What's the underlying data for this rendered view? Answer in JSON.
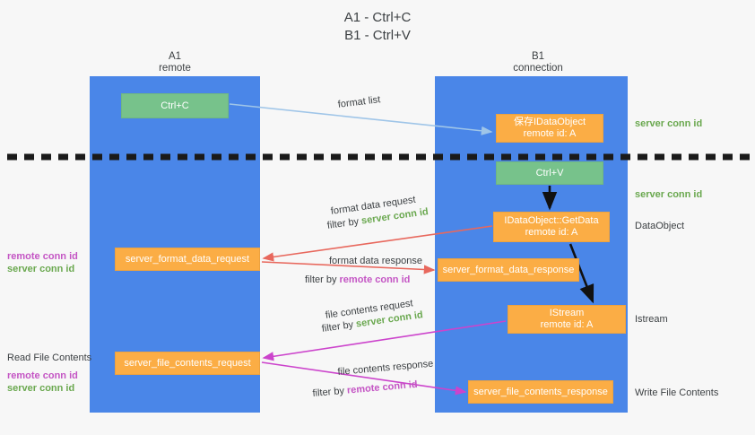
{
  "title": {
    "line1": "A1 - Ctrl+C",
    "line2": "B1 - Ctrl+V"
  },
  "lanes": {
    "a": {
      "name": "A1",
      "role": "remote"
    },
    "b": {
      "name": "B1",
      "role": "connection"
    }
  },
  "boxes": {
    "ctrl_c": {
      "line1": "Ctrl+C",
      "line2": ""
    },
    "idataobject": {
      "line1": "保存IDataObject",
      "line2": "remote id: A"
    },
    "ctrl_v": {
      "line1": "Ctrl+V",
      "line2": ""
    },
    "getdata": {
      "line1": "IDataObject::GetData",
      "line2": "remote id: A"
    },
    "format_data_request": {
      "line1": "server_format_data_request",
      "line2": ""
    },
    "format_data_response": {
      "line1": "server_format_data_response",
      "line2": ""
    },
    "istream": {
      "line1": "IStream",
      "line2": "remote id: A"
    },
    "file_contents_request": {
      "line1": "server_file_contents_request",
      "line2": ""
    },
    "file_contents_response": {
      "line1": "server_file_contents_response",
      "line2": ""
    }
  },
  "arrow_labels": {
    "format_list": "format list",
    "format_data_request": "format data request",
    "format_data_request_filter_prefix": "filter by ",
    "format_data_request_filter_value": "server conn id",
    "format_data_response": "format data response",
    "format_data_response_filter_prefix": "filter by ",
    "format_data_response_filter_value": "remote conn id",
    "file_contents_request": "file contents request",
    "file_contents_request_filter_prefix": "filter by ",
    "file_contents_request_filter_value": "server conn id",
    "file_contents_response": "file contents response",
    "file_contents_response_filter_prefix": "filter by ",
    "file_contents_response_filter_value": "remote conn id"
  },
  "right_annotations": {
    "server_conn_id_top": "server conn id",
    "server_conn_id_second": "server conn id",
    "dataobject": "DataObject",
    "istream": "Istream",
    "write_file_contents": "Write File Contents"
  },
  "left_annotations": {
    "remote_conn_id_1": "remote conn id",
    "server_conn_id_1": "server conn id",
    "read_file_contents": "Read File Contents",
    "remote_conn_id_2": "remote conn id",
    "server_conn_id_2": "server conn id"
  },
  "colors": {
    "lane": "#4a86e8",
    "green_box": "#77c28b",
    "orange_box": "#fbad45",
    "server_conn_id": "#6aa84f",
    "remote_conn_id": "#c455c4",
    "arrow_blue": "#9fc5e8",
    "arrow_red": "#e8685d",
    "arrow_magenta": "#cc44cc",
    "arrow_black": "#000000",
    "divider": "#1a1a1a",
    "background": "#f7f7f7"
  }
}
